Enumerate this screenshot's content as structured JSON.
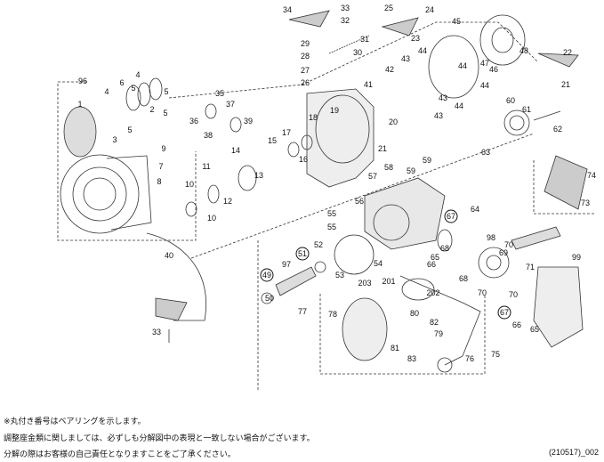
{
  "part_labels": [
    "34",
    "33",
    "32",
    "25",
    "24",
    "23",
    "45",
    "31",
    "30",
    "29",
    "28",
    "27",
    "26",
    "44",
    "43",
    "42",
    "41",
    "44",
    "46",
    "48",
    "47",
    "44",
    "43",
    "44",
    "43",
    "22",
    "21",
    "96",
    "4",
    "4",
    "6",
    "5",
    "5",
    "5",
    "2",
    "1",
    "3",
    "5",
    "35",
    "37",
    "36",
    "39",
    "38",
    "18",
    "19",
    "17",
    "15",
    "16",
    "20",
    "21",
    "60",
    "61",
    "62",
    "63",
    "9",
    "7",
    "8",
    "14",
    "11",
    "13",
    "10",
    "12",
    "10",
    "58",
    "59",
    "59",
    "57",
    "56",
    "55",
    "55",
    "74",
    "73",
    "67",
    "64",
    "98",
    "65",
    "66",
    "68",
    "68",
    "69",
    "70",
    "70",
    "70",
    "71",
    "99",
    "40",
    "54",
    "52",
    "51",
    "53",
    "49",
    "97",
    "50",
    "201",
    "202",
    "203",
    "78",
    "77",
    "80",
    "82",
    "79",
    "81",
    "83",
    "75",
    "76",
    "67",
    "66",
    "65",
    "33"
  ],
  "bearing_labels": [
    "49",
    "51",
    "67"
  ],
  "notes": [
    "※丸付き番号はベアリングを示します。",
    "調整座金類に関しましては、必ずしも分解図中の表現と一致しない場合がございます。",
    "分解の際はお客様の自己責任となりますことをご了承ください。"
  ],
  "diagram_code": "(210517)_002"
}
